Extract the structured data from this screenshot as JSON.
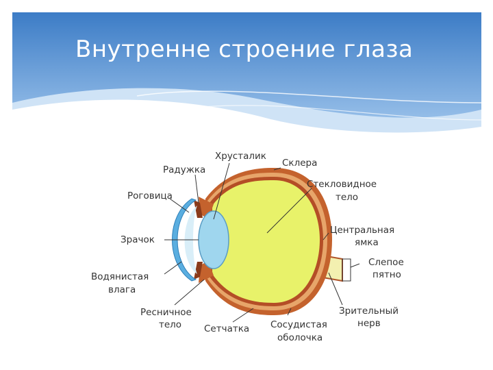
{
  "slide": {
    "title": "Внутренне строение глаза"
  },
  "eye_diagram": {
    "labels": {
      "lens": "Хрусталик",
      "iris": "Радужка",
      "sclera": "Склера",
      "vitreous_1": "Стекловидное",
      "vitreous_2": "тело",
      "cornea": "Роговица",
      "fovea_1": "Центральная",
      "fovea_2": "ямка",
      "pupil": "Зрачок",
      "blind_spot_1": "Слепое",
      "blind_spot_2": "пятно",
      "aqueous_1": "Водянистая",
      "aqueous_2": "влага",
      "ciliary_1": "Ресничное",
      "ciliary_2": "тело",
      "retina": "Сетчатка",
      "choroid_1": "Сосудистая",
      "choroid_2": "оболочка",
      "optic_nerve_1": "Зрительный",
      "optic_nerve_2": "нерв"
    },
    "colors": {
      "vitreous": "#e8f26a",
      "sclera": "#c4622d",
      "lens": "#9fd6ee",
      "cornea": "#5aaee0",
      "optic_nerve": "#f3f0b0",
      "banner": "#3a78c2"
    }
  }
}
